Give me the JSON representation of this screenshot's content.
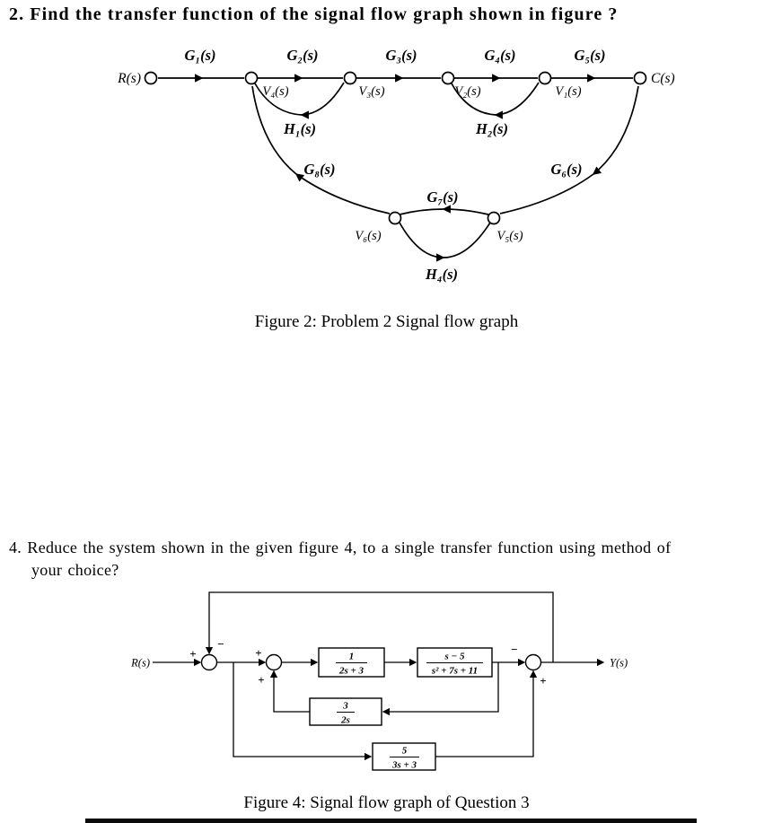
{
  "problem2": {
    "heading": "2. Find the transfer function of the signal flow graph shown in figure ?",
    "caption": "Figure 2: Problem 2 Signal flow graph",
    "input_label": "R(s)",
    "output_label": "C(s)",
    "gains": [
      "G₁(s)",
      "G₂(s)",
      "G₃(s)",
      "G₄(s)",
      "G₅(s)",
      "G₆(s)",
      "G₇(s)",
      "G₈(s)"
    ],
    "signals": [
      "V₁(s)",
      "V₂(s)",
      "V₃(s)",
      "V₄(s)",
      "V₅(s)",
      "V₆(s)"
    ],
    "feedbacks": [
      "H₁(s)",
      "H₂(s)",
      "H₄(s)"
    ],
    "signal_label_color": "#6e6e14"
  },
  "problem4": {
    "heading_line1": "4. Reduce the system shown in the given figure 4, to a single transfer function using method of",
    "heading_line2": "your choice?",
    "caption": "Figure 4: Signal flow graph of Question 3",
    "input_label": "R(s)",
    "output_label": "Y(s)",
    "blocks": [
      {
        "num": "1",
        "den": "2s + 3"
      },
      {
        "num": "s − 5",
        "den": "s² + 7s + 11"
      },
      {
        "num": "3",
        "den": "2s"
      },
      {
        "num": "5",
        "den": "3s + 3"
      }
    ],
    "signs": {
      "sum1_left": "+",
      "sum1_top": "−",
      "sum2_left": "+",
      "sum2_bottom": "+",
      "sum3_left": "−",
      "sum3_bottom": "+"
    }
  }
}
